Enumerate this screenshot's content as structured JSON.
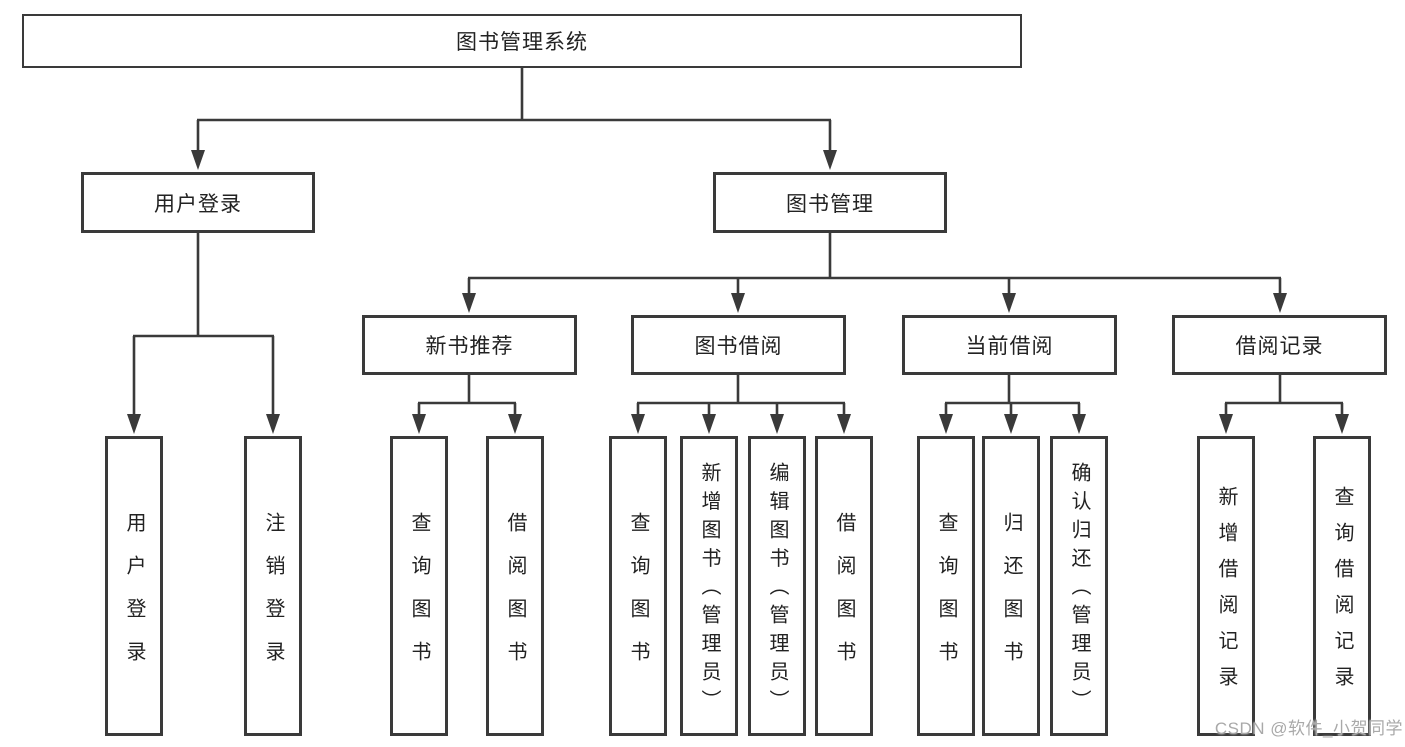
{
  "diagram": {
    "title": "图书管理系统",
    "colors": {
      "line": "#3a3a3a",
      "box_border": "#3a3a3a",
      "box_fill": "#ffffff",
      "text": "#222222",
      "watermark": "#a9a9a9"
    },
    "nodes": {
      "root": "图书管理系统",
      "user_login": "用户登录",
      "book_mgmt": "图书管理",
      "new_book": "新书推荐",
      "book_borrow": "图书借阅",
      "current_borrow": "当前借阅",
      "borrow_record": "借阅记录",
      "user_login_children": [
        "用户登录",
        "注销登录"
      ],
      "new_book_children": [
        "查询图书",
        "借阅图书"
      ],
      "book_borrow_children": [
        "查询图书",
        "新增图书（管理员）",
        "编辑图书（管理员）",
        "借阅图书"
      ],
      "current_borrow_children": [
        "查询图书",
        "归还图书",
        "确认归还（管理员）"
      ],
      "borrow_record_children": [
        "新增借阅记录",
        "查询借阅记录"
      ]
    }
  },
  "watermark": {
    "text": "CSDN @软件_小贺同学"
  }
}
